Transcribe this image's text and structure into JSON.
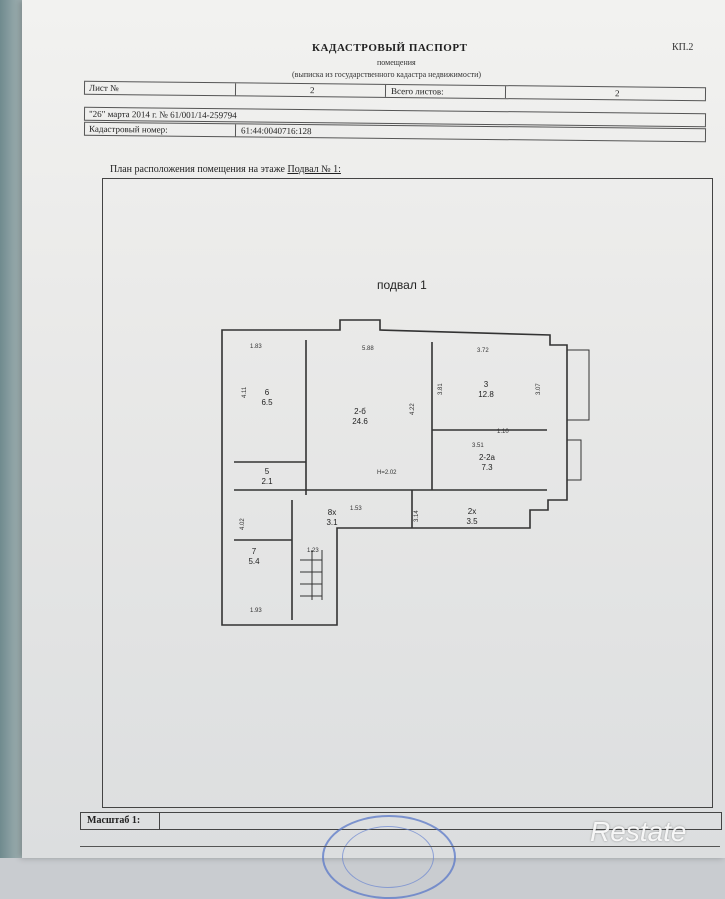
{
  "header": {
    "title": "КАДАСТРОВЫЙ ПАСПОРТ",
    "subtitle": "помещения",
    "note": "(выписка из государственного кадастра недвижимости)",
    "form_code": "КП.2"
  },
  "sheet_info": {
    "sheet_label": "Лист №",
    "sheet_no": "2",
    "total_label": "Всего листов:",
    "total": "2",
    "date_line": "\"26\" марта 2014 г. № 61/001/14-259794",
    "cadastral_label": "Кадастровый номер:",
    "cadastral_no": "61:44:0040716:128"
  },
  "plan": {
    "label_prefix": "План расположения помещения на этаже",
    "floor_link": "Подвал № 1:",
    "floor_title": "подвал 1",
    "rooms": [
      {
        "id": "2-б",
        "area": "24.6"
      },
      {
        "id": "3",
        "area": "12.8"
      },
      {
        "id": "6",
        "area": "6.5"
      },
      {
        "id": "5",
        "area": "2.1"
      },
      {
        "id": "2-2а",
        "area": "7.3"
      },
      {
        "id": "8х",
        "area": "3.1"
      },
      {
        "id": "2х",
        "area": "3.5"
      },
      {
        "id": "7",
        "area": "5.4"
      }
    ],
    "height_label": "H=2.02",
    "dimensions": [
      "1.83",
      "5.88",
      "3.72",
      "4.11",
      "4.22",
      "3.07",
      "3.81",
      "1.53",
      "4.02",
      "1.23",
      "1.93",
      "3.51",
      "1.10",
      "3.14"
    ]
  },
  "footer": {
    "scale_label": "Масштаб 1:"
  },
  "watermark": "Restate",
  "colors": {
    "stamp": "#5a78c8"
  }
}
